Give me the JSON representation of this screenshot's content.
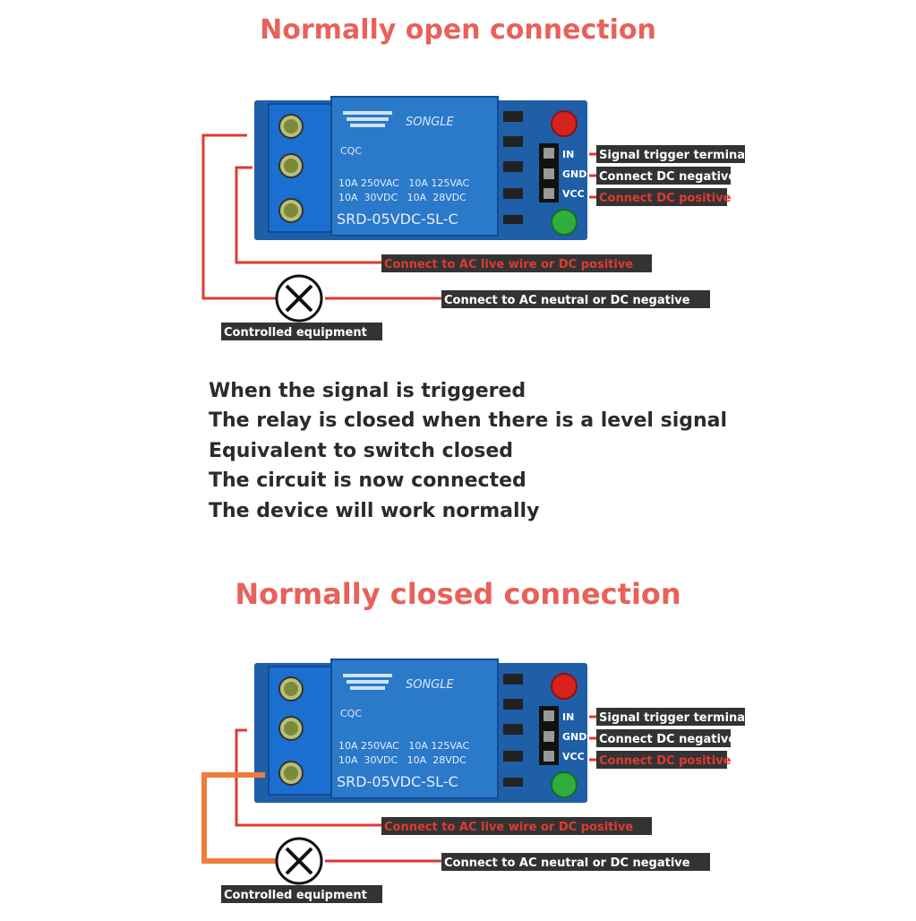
{
  "sections": [
    {
      "title": "Normally open connection",
      "relay": {
        "brand": "SONGLE",
        "cert_left": "CQC",
        "ratings_line1": "10A 250VAC   10A 125VAC",
        "ratings_line2": "10A  30VDC   10A  28VDC",
        "model": "SRD-05VDC-SL-C",
        "pin_in": "IN",
        "pin_gnd": "GND",
        "pin_vcc": "VCC"
      },
      "labels": {
        "signal": "Signal trigger terminal",
        "dc_negative": "Connect DC negative",
        "dc_positive": "Connect DC positive",
        "live": "Connect to AC live wire or DC positive",
        "neutral": "Connect to AC neutral or DC negative",
        "equipment": "Controlled equipment"
      }
    },
    {
      "title": "Normally closed connection",
      "relay": {
        "brand": "SONGLE",
        "cert_left": "CQC",
        "ratings_line1": "10A 250VAC   10A 125VAC",
        "ratings_line2": "10A  30VDC   10A  28VDC",
        "model": "SRD-05VDC-SL-C",
        "pin_in": "IN",
        "pin_gnd": "GND",
        "pin_vcc": "VCC"
      },
      "labels": {
        "signal": "Signal trigger terminal",
        "dc_negative": "Connect DC negative",
        "dc_positive": "Connect DC positive",
        "live": "Connect to AC live wire or DC positive",
        "neutral": "Connect to AC neutral or DC negative",
        "equipment": "Controlled equipment"
      }
    }
  ],
  "description": [
    "When the signal is triggered",
    "The relay is closed when there is a level signal",
    "Equivalent to switch closed",
    "The circuit is now connected",
    "The device will work normally"
  ],
  "colors": {
    "title": "#e8615a",
    "board": "#1f5fa8",
    "relay_body": "#2b79c9",
    "terminal_block": "#1a6fd0",
    "wire_red": "#e03a32",
    "wire_orange": "#ef7d3c",
    "label_bg": "#333333",
    "led_red": "#d8221d",
    "led_green": "#2fae3c"
  }
}
